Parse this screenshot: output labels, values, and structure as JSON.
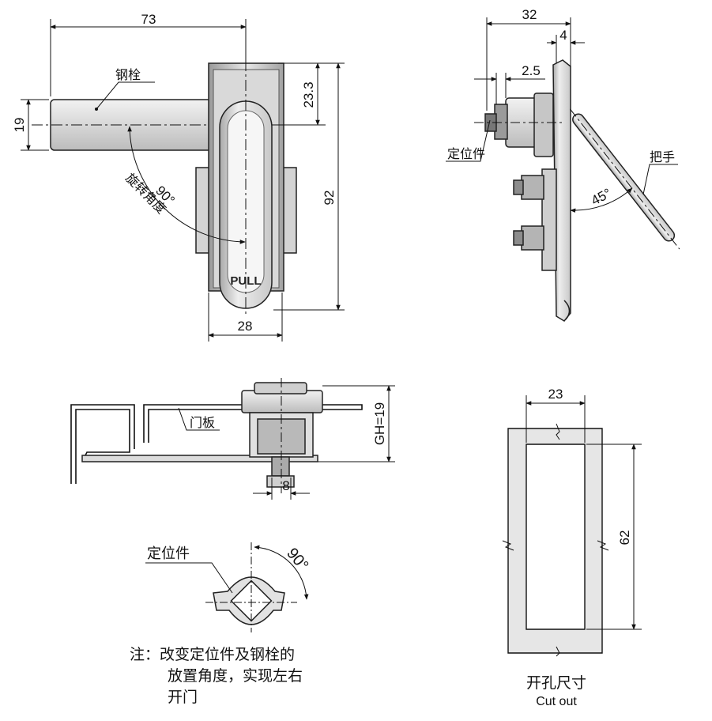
{
  "top_left": {
    "dim_width": "73",
    "dim_bolt_height": "19",
    "dim_top": "23.3",
    "dim_height": "92",
    "dim_base": "28",
    "bolt_label": "钢栓",
    "angle_value": "90°",
    "angle_label": "旋转角度",
    "handle_text": "PULL"
  },
  "top_right": {
    "dim_depth": "32",
    "dim_plate": "4",
    "dim_offset": "2.5",
    "angle_value": "45°",
    "locator_label": "定位件",
    "handle_label": "把手"
  },
  "middle_left": {
    "panel_label": "门板",
    "dim_gh": "GH=19",
    "dim_small": "8"
  },
  "bottom_left": {
    "locator_label": "定位件",
    "angle_value": "90°",
    "note_lines": [
      "注：改变定位件及钢栓的",
      "放置角度，实现左右",
      "开门"
    ]
  },
  "cutout": {
    "dim_width": "23",
    "dim_height": "62",
    "title_cn": "开孔尺寸",
    "title_en": "Cut out"
  },
  "colors": {
    "line": "#111111",
    "metal_light": "#e4e4e4",
    "metal_mid": "#bdbdbd",
    "metal_dark": "#8a8a8a",
    "cutout_fill": "#e6e6e6"
  }
}
